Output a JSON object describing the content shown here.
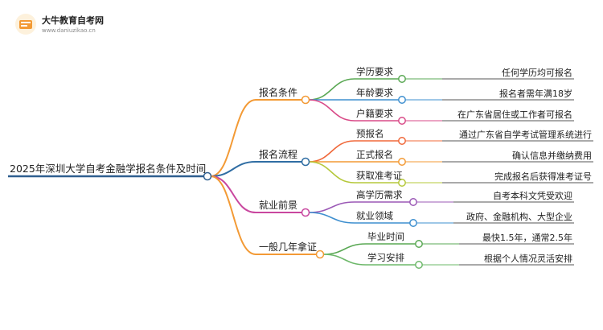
{
  "logo": {
    "title": "大牛教育自考网",
    "subtitle": "www.daniuzikao.cn",
    "icon": "book-icon"
  },
  "root": {
    "label": "2025年深圳大学自考金融学报名条件及时间",
    "color": "#2f5f8f"
  },
  "branches": [
    {
      "label": "报名条件",
      "color": "#f39a35",
      "children": [
        {
          "label": "学历要求",
          "detail": "任何学历均可报名",
          "color": "#5aa854"
        },
        {
          "label": "年龄要求",
          "detail": "报名者需年满18岁",
          "color": "#3e8fcf"
        },
        {
          "label": "户籍要求",
          "detail": "在广东省居住或工作者可报名",
          "color": "#d94b88"
        }
      ]
    },
    {
      "label": "报名流程",
      "color": "#2f6da3",
      "children": [
        {
          "label": "预报名",
          "detail": "通过广东省自学考试管理系统进行",
          "color": "#f0683a"
        },
        {
          "label": "正式报名",
          "detail": "确认信息并缴纳费用",
          "color": "#f39a35"
        },
        {
          "label": "获取准考证",
          "detail": "完成报名后获得准考证号",
          "color": "#b5c83b"
        }
      ]
    },
    {
      "label": "就业前景",
      "color": "#c9479f",
      "children": [
        {
          "label": "高学历需求",
          "detail": "自考本科文凭受欢迎",
          "color": "#9b59b6"
        },
        {
          "label": "就业领域",
          "detail": "政府、金融机构、大型企业",
          "color": "#3e8fcf"
        }
      ]
    },
    {
      "label": "一般几年拿证",
      "color": "#f39a35",
      "children": [
        {
          "label": "毕业时间",
          "detail": "最快1.5年，通常2.5年",
          "color": "#5aa854"
        },
        {
          "label": "学习安排",
          "detail": "根据个人情况灵活安排",
          "color": "#6db86a"
        }
      ]
    }
  ]
}
